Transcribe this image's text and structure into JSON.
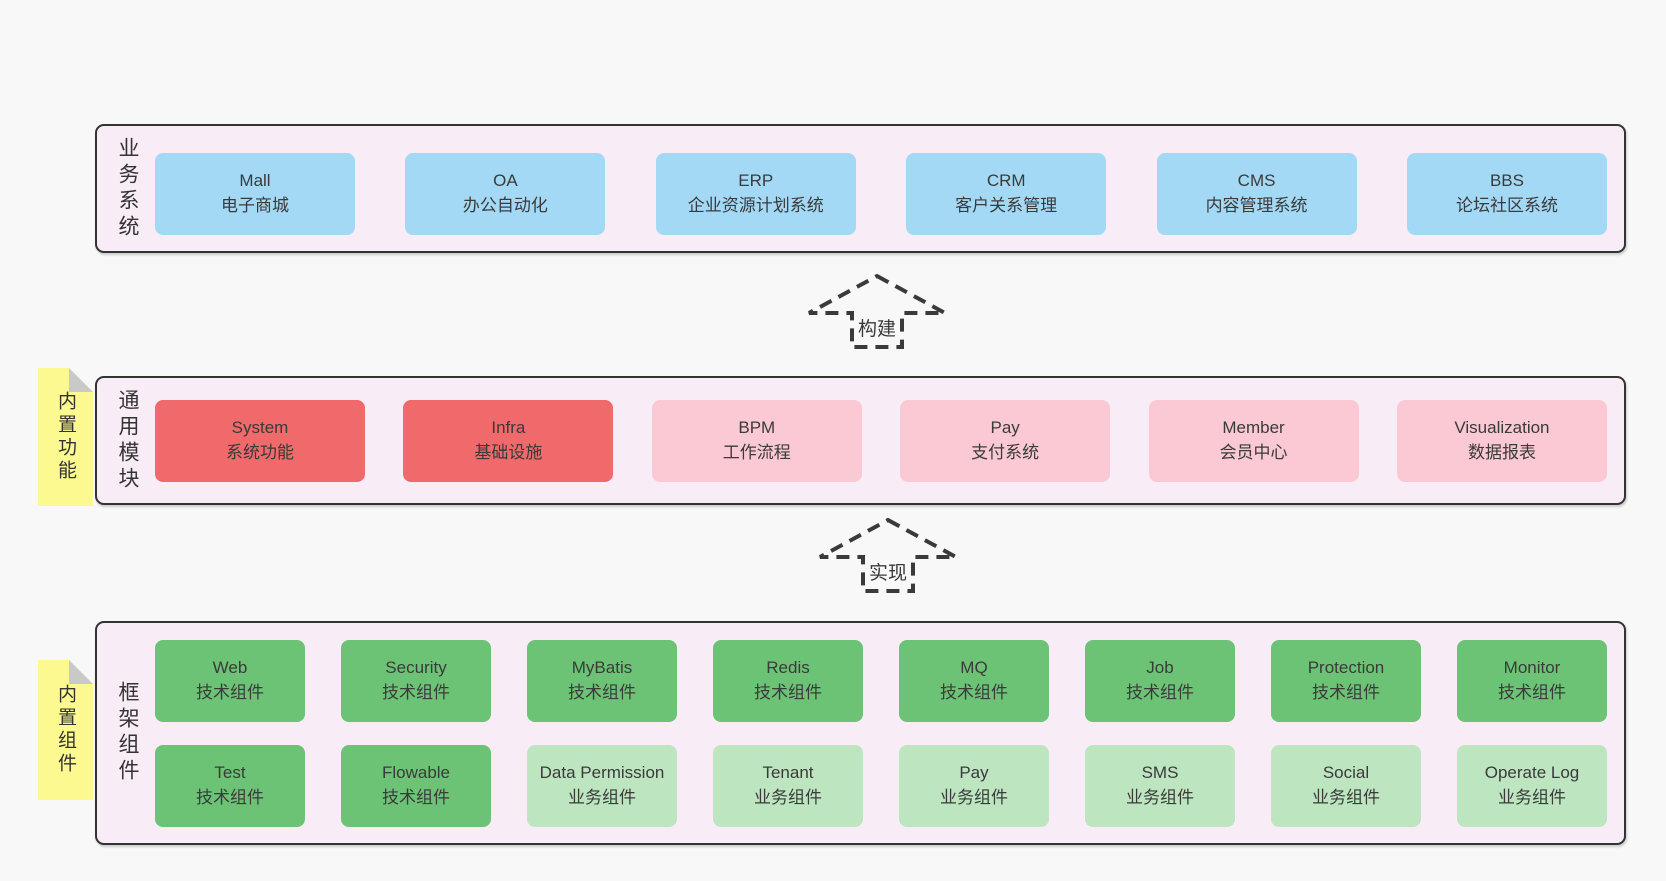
{
  "palette": {
    "page-bg": "#f8f8f8",
    "layer-bg": "#f8edf7",
    "layer-border": "#333333",
    "box-blue": "#a4d9f5",
    "box-red": "#f0696b",
    "box-pink": "#fac9d3",
    "box-green": "#6dc375",
    "box-green-light": "#bde6c0",
    "note-yellow": "#fbf98f",
    "note-fold": "#c9c9c9",
    "text": "#3a3a3a"
  },
  "arrows": [
    {
      "label": "构建"
    },
    {
      "label": "实现"
    }
  ],
  "layers": [
    {
      "label": "业务系统",
      "rows": [
        [
          {
            "name": "Mall",
            "desc": "电子商城",
            "color": "blue"
          },
          {
            "name": "OA",
            "desc": "办公自动化",
            "color": "blue"
          },
          {
            "name": "ERP",
            "desc": "企业资源计划系统",
            "color": "blue"
          },
          {
            "name": "CRM",
            "desc": "客户关系管理",
            "color": "blue"
          },
          {
            "name": "CMS",
            "desc": "内容管理系统",
            "color": "blue"
          },
          {
            "name": "BBS",
            "desc": "论坛社区系统",
            "color": "blue"
          }
        ]
      ]
    },
    {
      "label": "通用模块",
      "note": "内置功能",
      "rows": [
        [
          {
            "name": "System",
            "desc": "系统功能",
            "color": "red"
          },
          {
            "name": "Infra",
            "desc": "基础设施",
            "color": "red"
          },
          {
            "name": "BPM",
            "desc": "工作流程",
            "color": "pink"
          },
          {
            "name": "Pay",
            "desc": "支付系统",
            "color": "pink"
          },
          {
            "name": "Member",
            "desc": "会员中心",
            "color": "pink"
          },
          {
            "name": "Visualization",
            "desc": "数据报表",
            "color": "pink"
          }
        ]
      ]
    },
    {
      "label": "框架组件",
      "note": "内置组件",
      "rows": [
        [
          {
            "name": "Web",
            "desc": "技术组件",
            "color": "green"
          },
          {
            "name": "Security",
            "desc": "技术组件",
            "color": "green"
          },
          {
            "name": "MyBatis",
            "desc": "技术组件",
            "color": "green"
          },
          {
            "name": "Redis",
            "desc": "技术组件",
            "color": "green"
          },
          {
            "name": "MQ",
            "desc": "技术组件",
            "color": "green"
          },
          {
            "name": "Job",
            "desc": "技术组件",
            "color": "green"
          },
          {
            "name": "Protection",
            "desc": "技术组件",
            "color": "green"
          },
          {
            "name": "Monitor",
            "desc": "技术组件",
            "color": "green"
          }
        ],
        [
          {
            "name": "Test",
            "desc": "技术组件",
            "color": "green"
          },
          {
            "name": "Flowable",
            "desc": "技术组件",
            "color": "green"
          },
          {
            "name": "Data Permission",
            "desc": "业务组件",
            "color": "green-light"
          },
          {
            "name": "Tenant",
            "desc": "业务组件",
            "color": "green-light"
          },
          {
            "name": "Pay",
            "desc": "业务组件",
            "color": "green-light"
          },
          {
            "name": "SMS",
            "desc": "业务组件",
            "color": "green-light"
          },
          {
            "name": "Social",
            "desc": "业务组件",
            "color": "green-light"
          },
          {
            "name": "Operate Log",
            "desc": "业务组件",
            "color": "green-light"
          }
        ]
      ]
    }
  ]
}
